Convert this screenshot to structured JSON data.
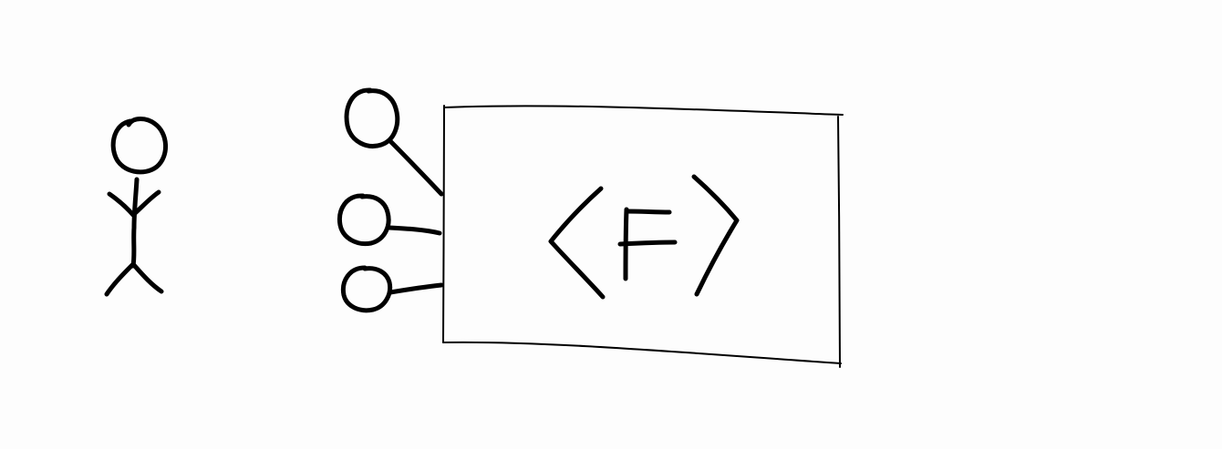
{
  "diagram": {
    "background": "#fdfdfd",
    "ink_color": "#000000",
    "elements": [
      {
        "name": "actor",
        "icon": "stick-figure-icon"
      },
      {
        "name": "interface-ports",
        "icon": "lollipop-icon",
        "count": 3
      },
      {
        "name": "component-box",
        "icon": "rectangle"
      },
      {
        "name": "component-symbol",
        "icon": "angle-bracket-f-icon"
      }
    ]
  }
}
